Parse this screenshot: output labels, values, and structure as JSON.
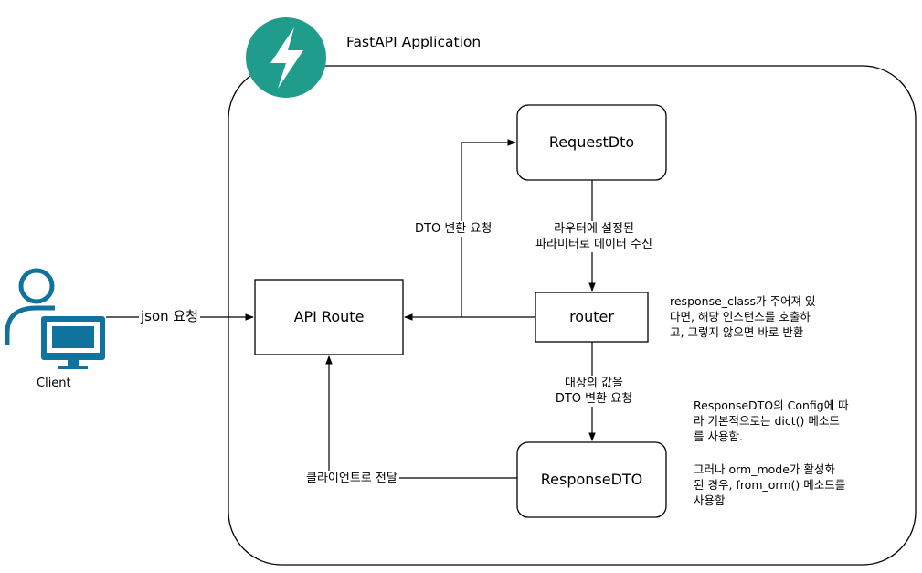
{
  "app_title": "FastAPI Application",
  "client": {
    "label": "Client",
    "edge_label": "json 요청"
  },
  "nodes": {
    "api_route": "API Route",
    "request_dto": "RequestDto",
    "router": "router",
    "response_dto": "ResponseDTO"
  },
  "edges": {
    "dto_request": "DTO 변환 요청",
    "router_params": [
      "라우터에 설정된",
      "파라미터로 데이터 수신"
    ],
    "target_value": [
      "대상의 값을",
      "DTO 변환 요청"
    ],
    "to_client": "클라이언트로 전달"
  },
  "notes": {
    "response_class": [
      "response_class가 주어져 있",
      "다면, 해당 인스턴스를 호출하",
      "고, 그렇지 않으면 바로 반환"
    ],
    "config": [
      "ResponseDTO의 Config에 따",
      "라 기본적으로는 dict() 메소드",
      "를 사용함."
    ],
    "orm_mode": [
      "그러나 orm_mode가 활성화",
      "된 경우, from_orm() 메소드를",
      "사용함"
    ]
  },
  "colors": {
    "logo": "#1f9c8c",
    "client_icon": "#10739e",
    "stroke": "#000000"
  }
}
